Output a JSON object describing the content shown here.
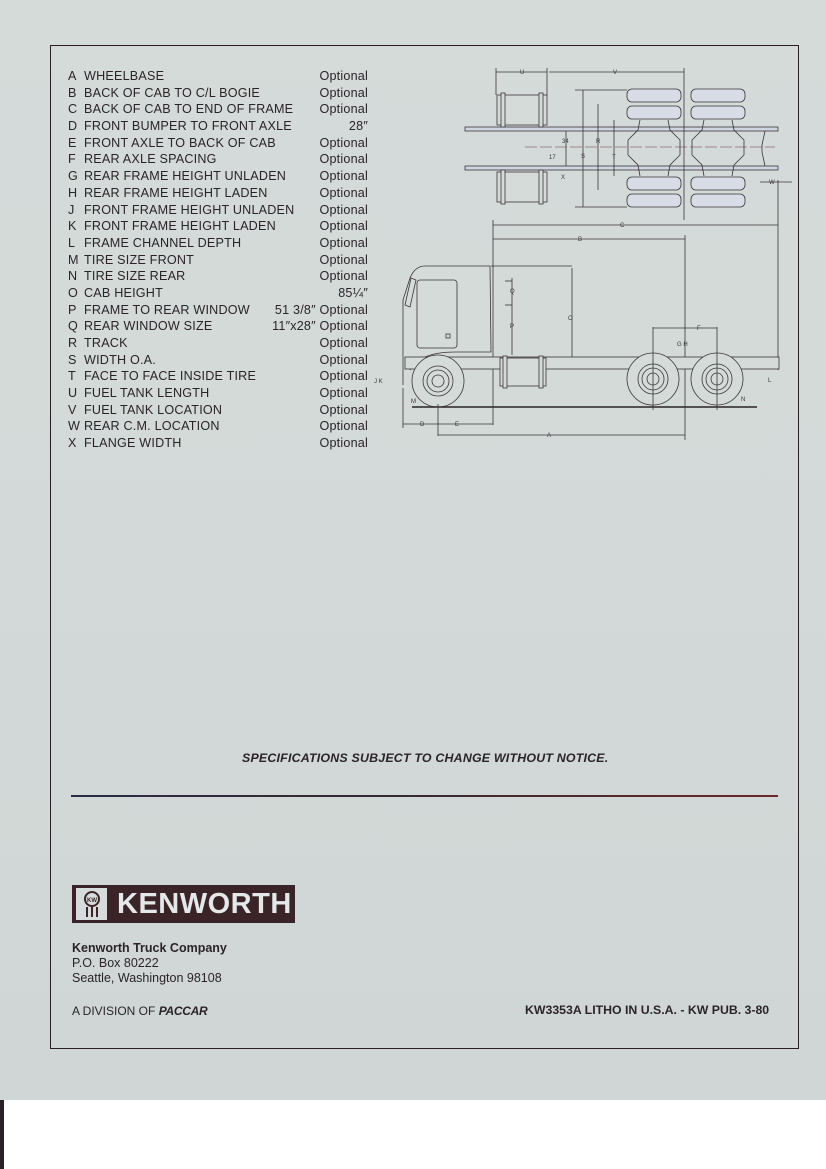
{
  "specifications": [
    {
      "letter": "A",
      "label": "WHEELBASE",
      "value": "Optional"
    },
    {
      "letter": "B",
      "label": "BACK OF CAB TO C/L BOGIE",
      "value": "Optional"
    },
    {
      "letter": "C",
      "label": "BACK OF CAB TO END OF FRAME",
      "value": "Optional"
    },
    {
      "letter": "D",
      "label": "FRONT BUMPER TO FRONT AXLE",
      "value": "28″"
    },
    {
      "letter": "E",
      "label": "FRONT AXLE TO BACK OF CAB",
      "value": "Optional"
    },
    {
      "letter": "F",
      "label": "REAR AXLE SPACING",
      "value": "Optional"
    },
    {
      "letter": "G",
      "label": "REAR FRAME HEIGHT UNLADEN",
      "value": "Optional"
    },
    {
      "letter": "H",
      "label": "REAR FRAME HEIGHT LADEN",
      "value": "Optional"
    },
    {
      "letter": "J",
      "label": "FRONT FRAME HEIGHT UNLADEN",
      "value": "Optional"
    },
    {
      "letter": "K",
      "label": "FRONT FRAME HEIGHT LADEN",
      "value": "Optional"
    },
    {
      "letter": "L",
      "label": "FRAME CHANNEL DEPTH",
      "value": "Optional"
    },
    {
      "letter": "M",
      "label": "TIRE SIZE FRONT",
      "value": "Optional"
    },
    {
      "letter": "N",
      "label": "TIRE SIZE REAR",
      "value": "Optional"
    },
    {
      "letter": "O",
      "label": "CAB HEIGHT",
      "value": "85¼″"
    },
    {
      "letter": "P",
      "label": "FRAME TO REAR WINDOW",
      "value": "51 3/8″ Optional"
    },
    {
      "letter": "Q",
      "label": "REAR WINDOW SIZE",
      "value": "11″x28″ Optional"
    },
    {
      "letter": "R",
      "label": "TRACK",
      "value": "Optional"
    },
    {
      "letter": "S",
      "label": "WIDTH O.A.",
      "value": "Optional"
    },
    {
      "letter": "T",
      "label": "FACE TO FACE INSIDE TIRE",
      "value": "Optional"
    },
    {
      "letter": "U",
      "label": "FUEL TANK LENGTH",
      "value": "Optional"
    },
    {
      "letter": "V",
      "label": "FUEL TANK LOCATION",
      "value": "Optional"
    },
    {
      "letter": "W",
      "label": "REAR C.M. LOCATION",
      "value": "Optional"
    },
    {
      "letter": "X",
      "label": "FLANGE WIDTH",
      "value": "Optional"
    }
  ],
  "diagram": {
    "top_view_labels": {
      "U": "U",
      "V": "V",
      "R": "R",
      "S": "S",
      "T": "T",
      "W": "W",
      "X": "X",
      "dim_34": "34",
      "dim_17": "17"
    },
    "side_view_labels": {
      "A": "A",
      "B": "B",
      "C": "C",
      "D": "D",
      "E": "E",
      "F": "F",
      "GH": "G H",
      "JK": "J K",
      "L": "L",
      "M": "M",
      "N": "N",
      "O": "O",
      "P": "P",
      "Q": "Q"
    }
  },
  "notice": "SPECIFICATIONS SUBJECT TO CHANGE WITHOUT NOTICE.",
  "brand": {
    "logo_text": "KENWORTH",
    "emblem_letters": "KW"
  },
  "address": {
    "company": "Kenworth Truck Company",
    "po_box": "P.O. Box 80222",
    "city": "Seattle, Washington 98108"
  },
  "division": {
    "prefix": "A DIVISION OF ",
    "parent": "PACCAR"
  },
  "publication": "KW3353A LITHO IN U.S.A. - KW PUB. 3-80",
  "colors": {
    "ink": "#2a2428",
    "logo_bg": "#3a2428",
    "paper": "#d5dbd9"
  }
}
